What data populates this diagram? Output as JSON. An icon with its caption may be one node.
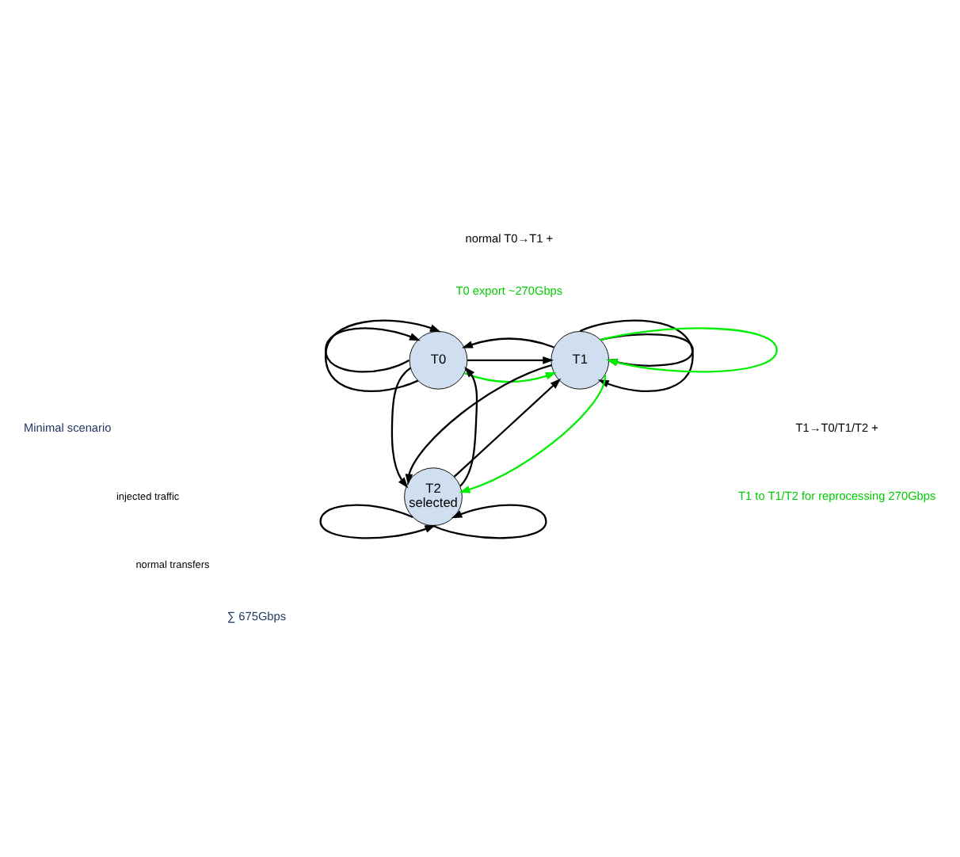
{
  "diagram": {
    "nodes": [
      {
        "text": [
          "T0"
        ]
      },
      {
        "text": [
          "T1"
        ]
      },
      {
        "text": [
          "T2",
          "selected"
        ]
      }
    ],
    "edges": [
      {
        "from": 0,
        "to": 0,
        "arrow": "to"
      },
      {
        "from": 0,
        "to": 0,
        "arrow": "to"
      },
      {
        "from": 0,
        "to": 1,
        "arrow": "to",
        "color": "#00ee00"
      },
      {
        "from": 0,
        "to": 1,
        "arrow": "to"
      },
      {
        "from": 1,
        "to": 0,
        "arrow": "to"
      },
      {
        "from": 1,
        "to": 1,
        "arrow": "to"
      },
      {
        "from": 1,
        "to": 1,
        "arrow": "to"
      },
      {
        "from": 1,
        "to": 1,
        "arrow": "to",
        "color": "#00ee00"
      },
      {
        "from": 0,
        "to": 2,
        "arrow": "to"
      },
      {
        "from": 2,
        "to": 0,
        "arrow": "to"
      },
      {
        "from": 2,
        "to": 1,
        "arrow": "to"
      },
      {
        "from": 1,
        "to": 2,
        "arrow": "to"
      },
      {
        "from": 1,
        "to": 2,
        "arrow": "to",
        "color": "#00ee00"
      },
      {
        "from": 2,
        "to": 2,
        "arrow": "to"
      },
      {
        "from": 2,
        "to": 2,
        "arrow": "to"
      }
    ],
    "labels": [
      "normal T0→T1 +",
      "T0 export ~270Gbps",
      "Minimal scenario",
      "T1→T0/T1/T2 +",
      "T1 to T1/T2 for reprocessing 270Gbps",
      "∑ 675Gbps"
    ],
    "legend": [
      {
        "text": "injected traffic"
      },
      {
        "text": "normal transfers"
      }
    ]
  }
}
